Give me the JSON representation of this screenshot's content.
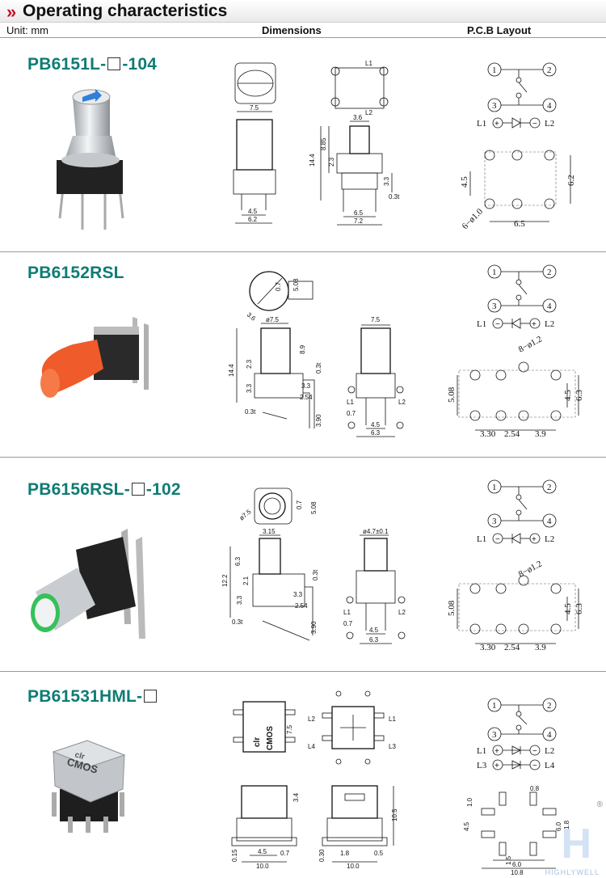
{
  "header": {
    "chevron": "»",
    "title": "Operating characteristics"
  },
  "columns": {
    "unit": "Unit: mm",
    "dimensions": "Dimensions",
    "pcb": "P.C.B Layout"
  },
  "products": [
    {
      "name_prefix": "PB6151L-",
      "name_suffix": "-104",
      "dims": {
        "w1": "7.5",
        "h_total": "14.4",
        "h2": "8.85",
        "h3": "2.3",
        "pin": "3.3",
        "t": "0.3t",
        "w_pin": "4.5",
        "w_body": "6.2",
        "w_top": "3.6",
        "w_pin2": "6.5",
        "w_body2": "7.2",
        "l1": "L1",
        "l2": "L2"
      },
      "pcb": {
        "p1": "1",
        "p2": "2",
        "p3": "3",
        "p4": "4",
        "led_l1": "L1",
        "led_l2": "L2",
        "led_plus": "+",
        "led_minus": "−",
        "v1": "4.5",
        "v2": "6.2",
        "h1": "6.5",
        "hole": "6−ø1.0"
      }
    },
    {
      "name_prefix": "PB6152RSL",
      "name_suffix": "",
      "dims": {
        "a": "3.6",
        "b": "0.7",
        "c": "5.08",
        "d": "ø7.5",
        "e": "8.9",
        "f": "14.4",
        "g": "2.3",
        "h": "0.3t",
        "i": "3.3",
        "j": "3.3",
        "k": "2.54",
        "m": "3.90",
        "n": "7.5",
        "o": "L1",
        "p": "L2",
        "q": "0.7",
        "r": "4.5",
        "s": "6.3",
        "t": "0.3t"
      },
      "pcb": {
        "p1": "1",
        "p2": "2",
        "p3": "3",
        "p4": "4",
        "led_l1": "L1",
        "led_l2": "L2",
        "led_plus": "+",
        "led_minus": "−",
        "hole": "8−ø1.2",
        "v1": "5.08",
        "v2": "4.5",
        "v3": "6.3",
        "h1": "3.30",
        "h2": "2.54",
        "h3": "3.9"
      }
    },
    {
      "name_prefix": "PB6156RSL-",
      "name_suffix": "-102",
      "dims": {
        "a": "ø7.5",
        "b": "0.7",
        "c": "5.08",
        "d": "3.15",
        "e": "6.3",
        "f": "12.2",
        "g": "2.1",
        "h": "3.3",
        "i": "0.3t",
        "j": "3.3",
        "k": "2.54",
        "m": "3.90",
        "n": "ø4.7±0.1",
        "o": "0.3t",
        "p": "L1",
        "q": "0.7",
        "r": "L2",
        "s": "4.5",
        "t": "6.3"
      },
      "pcb": {
        "p1": "1",
        "p2": "2",
        "p3": "3",
        "p4": "4",
        "led_l1": "L1",
        "led_l2": "L2",
        "led_plus": "+",
        "led_minus": "−",
        "hole": "8−ø1.2",
        "v1": "5.08",
        "v2": "4.5",
        "v3": "6.3",
        "h1": "3.30",
        "h2": "2.54",
        "h3": "3.9"
      }
    },
    {
      "name_prefix": "PB61531HML-",
      "name_suffix": "",
      "dims": {
        "a": "7.5",
        "brand": "CMOS",
        "brand2": "clr",
        "l2": "L2",
        "l1": "L1",
        "l4": "L4",
        "l3": "L3",
        "b": "3.4",
        "c": "10.5",
        "d": "0.15",
        "e": "4.5",
        "f": "10.0",
        "g": "0.7",
        "h": "0.30",
        "i": "1.8",
        "j": "0.5",
        "k": "10.0"
      },
      "pcb": {
        "p1": "1",
        "p2": "2",
        "p3": "3",
        "p4": "4",
        "led_l1": "L1",
        "led_l2": "L2",
        "led_l3": "L3",
        "led_l4": "L4",
        "led_plus": "+",
        "led_minus": "−",
        "a": "0.8",
        "b": "1.0",
        "c": "4.5",
        "d": "1.8",
        "e": "6.0",
        "f": "1.5",
        "g": "6.0",
        "h": "10.8"
      }
    }
  ],
  "watermark": "HIGHLYWELL",
  "registered": "®",
  "colors": {
    "model": "#0f7c74",
    "accent": "#c8102e",
    "knob_orange": "#ef5b2a",
    "ring_green": "#37c05a",
    "arrow_blue": "#2f7fd9"
  }
}
